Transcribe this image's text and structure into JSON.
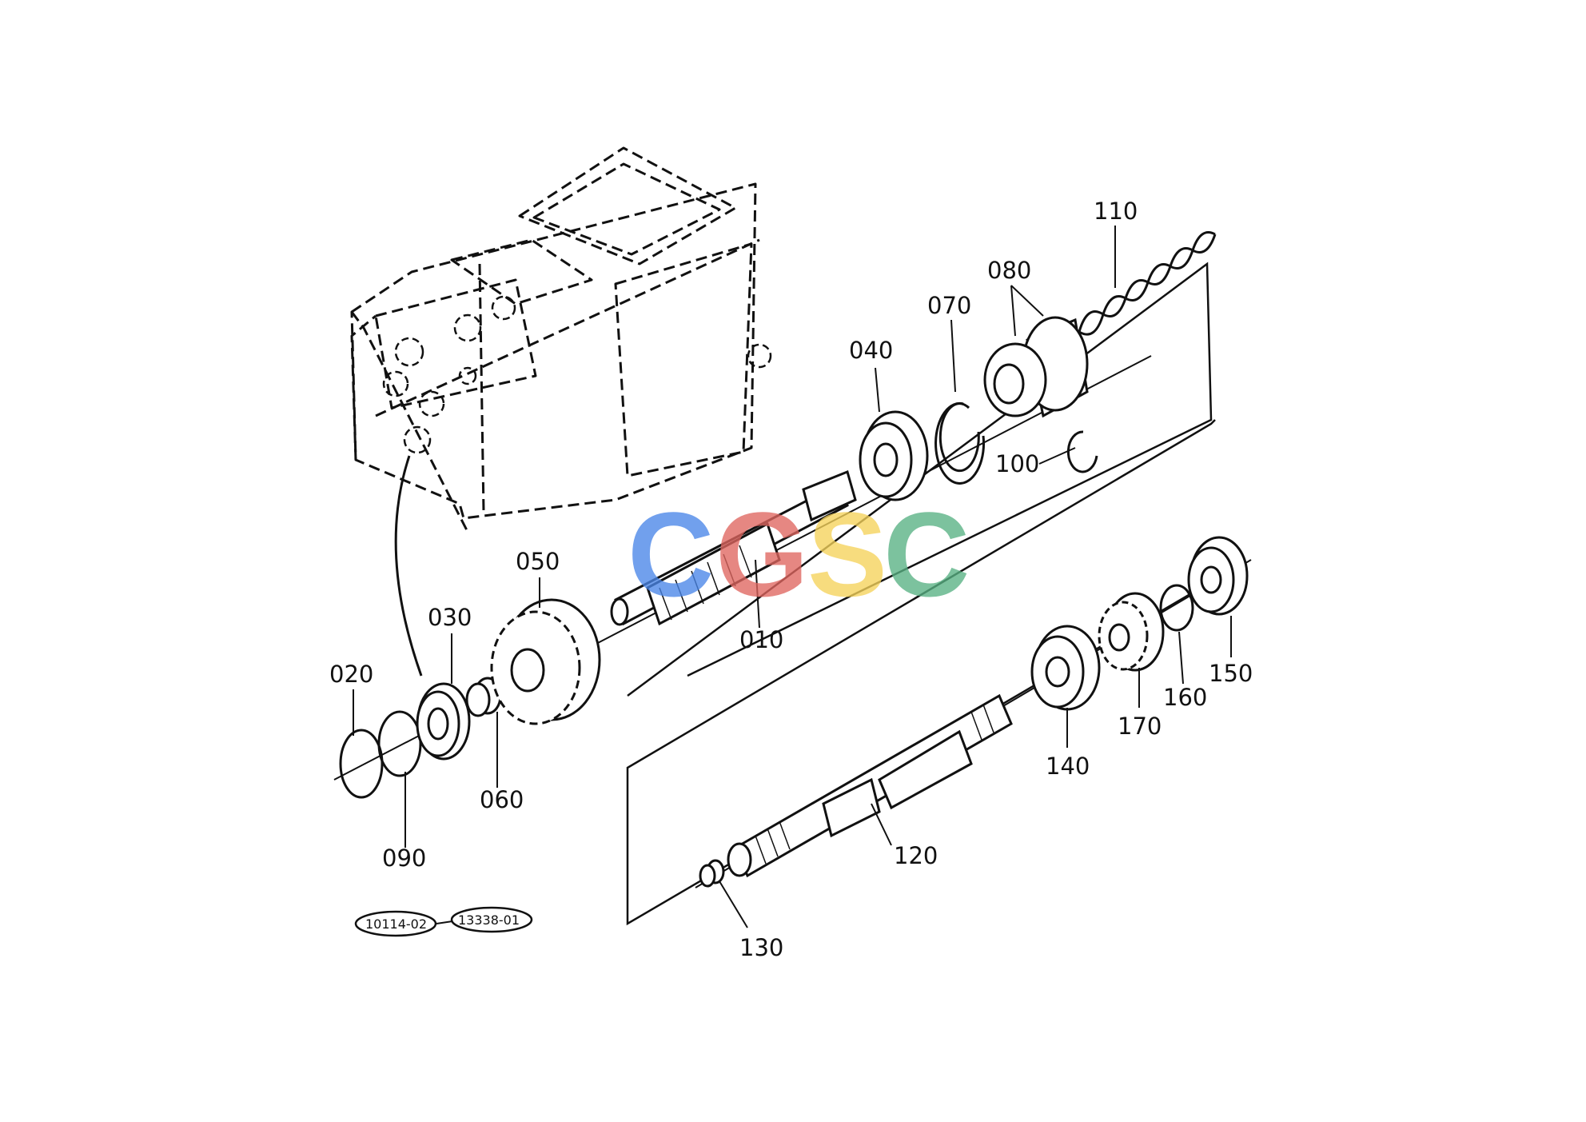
{
  "diagram": {
    "callouts": {
      "p010": "010",
      "p020": "020",
      "p030": "030",
      "p040": "040",
      "p050": "050",
      "p060": "060",
      "p070": "070",
      "p080": "080",
      "p090": "090",
      "p100": "100",
      "p110": "110",
      "p120": "120",
      "p130": "130",
      "p140": "140",
      "p150": "150",
      "p160": "160",
      "p170": "170"
    },
    "ref_codes": {
      "first": "10114-02",
      "second": "13338-01"
    }
  },
  "watermark": {
    "letters": [
      "C",
      "G",
      "S",
      "C"
    ],
    "colors": [
      "#4a86e8",
      "#e06660",
      "#f6d35b",
      "#58b183"
    ]
  }
}
